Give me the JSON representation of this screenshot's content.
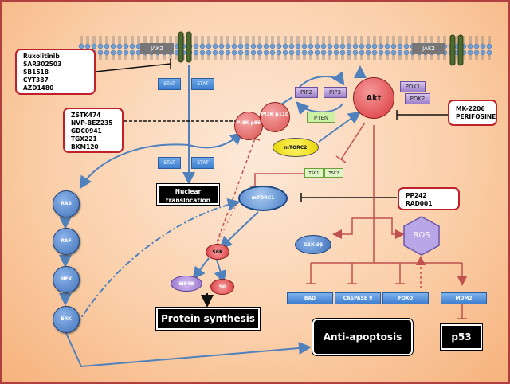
{
  "membrane": {
    "jak_left": "JAK2",
    "jak_right": "JAK2"
  },
  "stat": {
    "label": "STAT"
  },
  "drugs_jak": [
    "Ruxolitinib",
    "SAR302503",
    "SB1518",
    "CYT387",
    "AZD1480"
  ],
  "drugs_pi3k": [
    "ZSTK474",
    "NVP-BEZ235",
    "GDC0941",
    "TGX221",
    "BKM120"
  ],
  "drugs_akt": [
    "MK-2206",
    "PERIFOSINE"
  ],
  "drugs_mtor": [
    "PP242",
    "RAD001"
  ],
  "pi3k": {
    "p85": "PI3K p85",
    "p110": "PI3K p110"
  },
  "pip": {
    "pip2": "PIP2",
    "pip3": "PIP3",
    "pten": "PTEN"
  },
  "akt": {
    "label": "Akt",
    "pdk1": "PDK1",
    "pdk2": "PDK2"
  },
  "mtorc2": "mTORC2",
  "tsc": {
    "tsc1": "TSC1",
    "tsc2": "TSC2"
  },
  "mtorc1": "mTORC1",
  "nuclear": "Nuclear translocation",
  "mapk": [
    "RAS",
    "RAF",
    "MEK",
    "ERK"
  ],
  "s6k": "S6K",
  "eif4b": "EIF4B",
  "s6": "S6",
  "protein_synthesis": "Protein synthesis",
  "gsk": "GSK-3β",
  "ros": "ROS",
  "targets": {
    "bad": "BAD",
    "casp": "CASPASE 9",
    "foxo": "FOXO",
    "mdm2": "MDM2"
  },
  "anti_apoptosis": "Anti-apoptosis",
  "p53": "p53"
}
